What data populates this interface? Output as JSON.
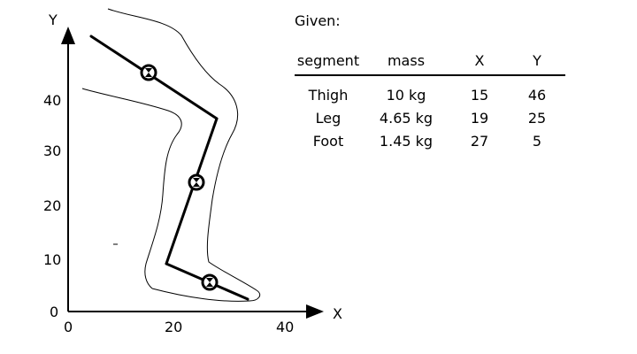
{
  "axes": {
    "x_label": "X",
    "y_label": "Y",
    "x_ticks": [
      "0",
      "20",
      "40"
    ],
    "y_ticks": [
      "0",
      "10",
      "20",
      "30",
      "40"
    ]
  },
  "given": {
    "title": "Given:",
    "headers": [
      "segment",
      "mass",
      "X",
      "Y"
    ],
    "rows": [
      {
        "segment": "Thigh",
        "mass": "10 kg",
        "x": "15",
        "y": "46"
      },
      {
        "segment": "Leg",
        "mass": "4.65 kg",
        "x": "19",
        "y": "25"
      },
      {
        "segment": "Foot",
        "mass": "1.45 kg",
        "x": "27",
        "y": "5"
      }
    ]
  },
  "colors": {
    "line": "#000000",
    "background": "#ffffff"
  }
}
